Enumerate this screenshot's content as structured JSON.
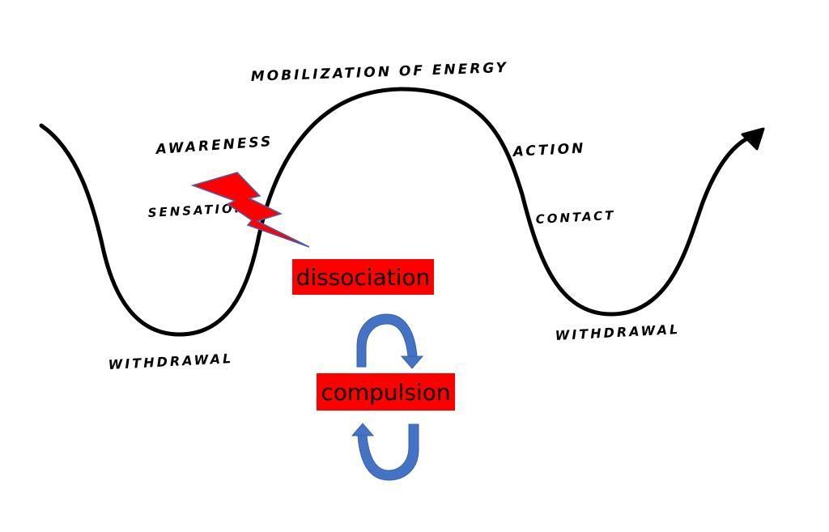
{
  "diagram": {
    "title": "Cycle of experience with dissociation and compulsion",
    "labels": {
      "mobilization": "MOBILIZATION OF ENERGY",
      "awareness": "AWARENESS",
      "sensation": "SENSATION",
      "action": "ACTION",
      "contact": "CONTACT",
      "withdrawal_left": "WITHDRAWAL",
      "withdrawal_right": "WITHDRAWAL"
    },
    "boxes": {
      "dissociation": "dissociation",
      "compulsion": "compulsion"
    },
    "icons": {
      "interruption": "lightning-bolt-icon",
      "loop_down": "curved-arrow-down-icon",
      "loop_up": "curved-arrow-up-icon",
      "wave_end": "arrowhead-icon"
    },
    "colors": {
      "curve": "#000000",
      "bolt_fill": "#ff0000",
      "bolt_stroke": "#4a5fa8",
      "box_fill": "#ff0000",
      "loop_arrow_fill": "#4472c4",
      "loop_arrow_stroke": "#3a62a8",
      "text": "#000000"
    }
  }
}
